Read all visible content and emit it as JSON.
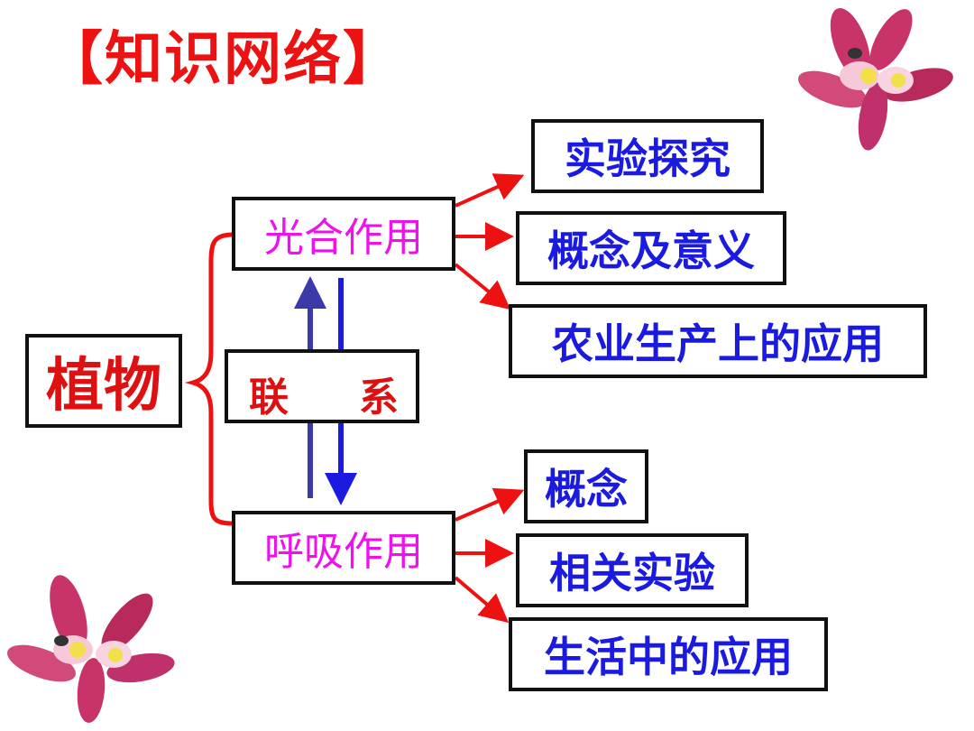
{
  "title": "【知识网络】",
  "root": "植物",
  "link": [
    "联",
    "系"
  ],
  "photosynthesis": {
    "label": "光合作用",
    "children": [
      "实验探究",
      "概念及意义",
      "农业生产上的应用"
    ]
  },
  "respiration": {
    "label": "呼吸作用",
    "children": [
      "概念",
      "相关实验",
      "生活中的应用"
    ]
  },
  "colors": {
    "title": "#ee1111",
    "node": "#1a1ae0",
    "process": "#ee11ee",
    "arrow": "#ee1111",
    "up_arrow": "#3a3aa8",
    "down_arrow": "#1a1ae0"
  }
}
